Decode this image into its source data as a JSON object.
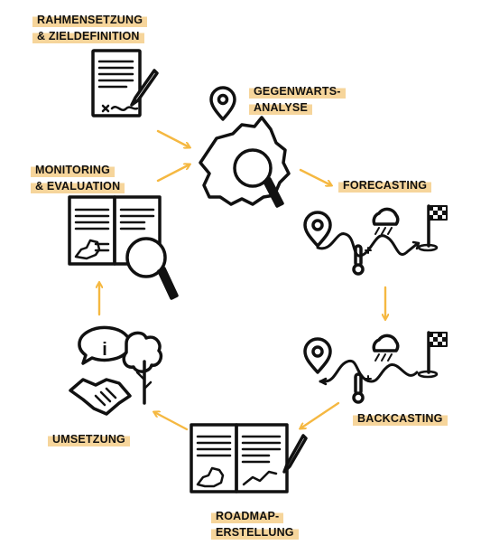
{
  "colors": {
    "accent": "#F5B841",
    "highlight": "#F6D59B",
    "ink": "#111111"
  },
  "steps": [
    {
      "id": "rahmensetzung",
      "lines": [
        "RAHMENSETZUNG",
        "& ZIELDEFINITION"
      ],
      "icon": "contract-signature-icon"
    },
    {
      "id": "gegenwartsanalyse",
      "lines": [
        "GEGENWARTS-",
        "ANALYSE"
      ],
      "icon": "map-search-icon"
    },
    {
      "id": "forecasting",
      "lines": [
        "FORECASTING"
      ],
      "icon": "route-forecast-icon"
    },
    {
      "id": "backcasting",
      "lines": [
        "BACKCASTING"
      ],
      "icon": "route-backcast-icon"
    },
    {
      "id": "roadmap",
      "lines": [
        "ROADMAP-",
        "ERSTELLUNG"
      ],
      "icon": "roadmap-book-icon"
    },
    {
      "id": "umsetzung",
      "lines": [
        "UMSETZUNG"
      ],
      "icon": "handshake-tree-icon"
    },
    {
      "id": "monitoring",
      "lines": [
        "MONITORING",
        "& EVALUATION"
      ],
      "icon": "report-magnifier-icon"
    }
  ],
  "info_symbol": "i"
}
